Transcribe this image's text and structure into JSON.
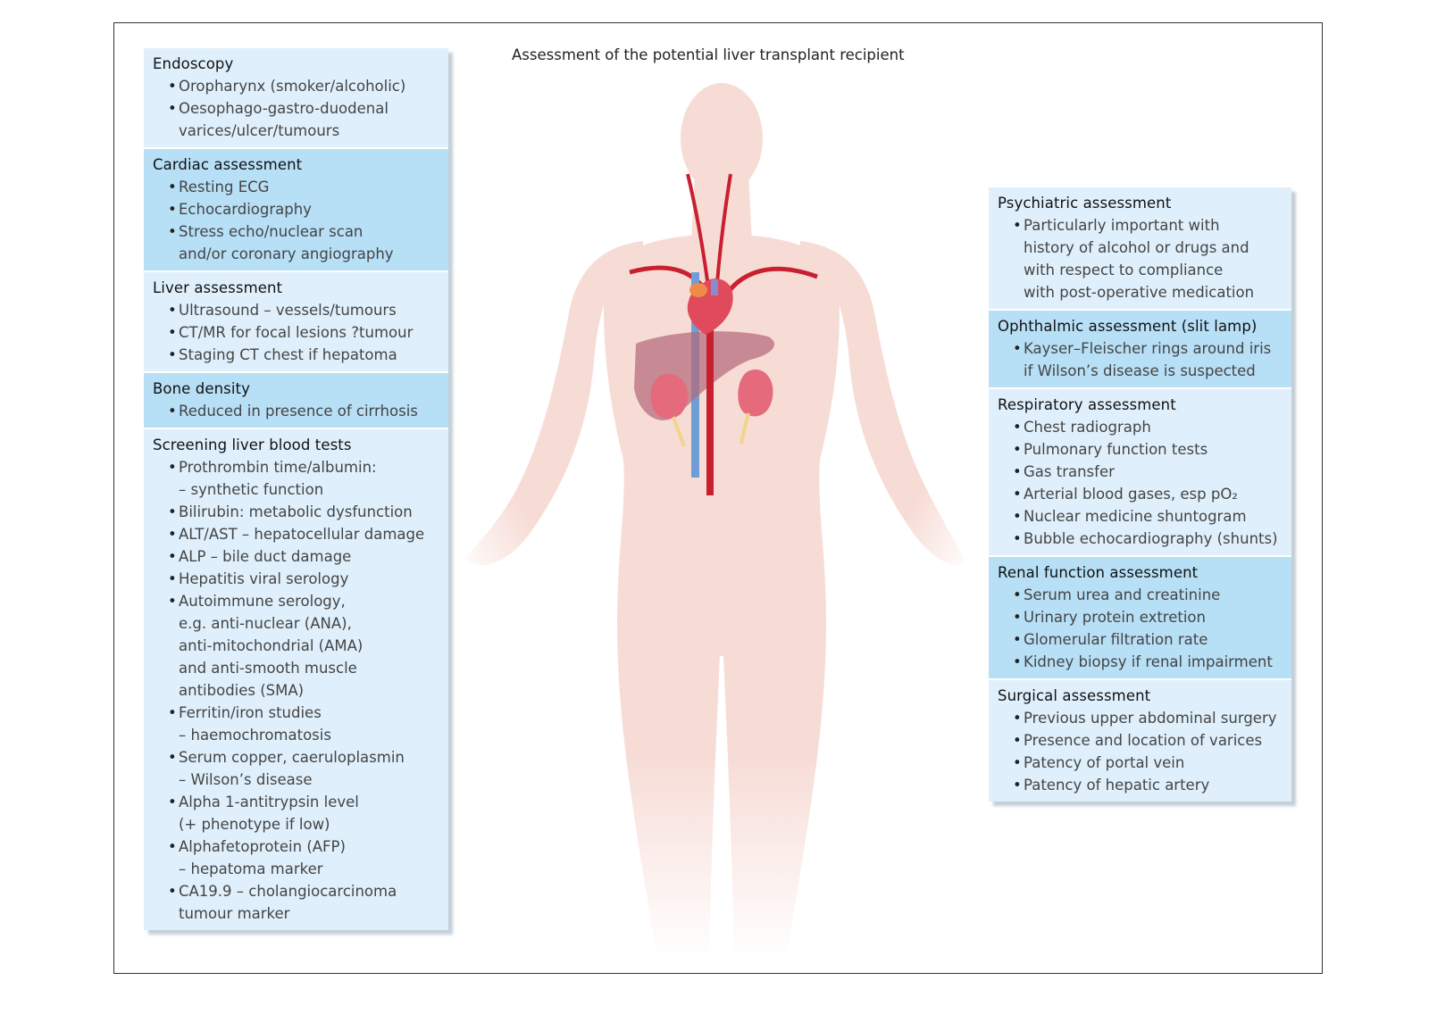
{
  "title": "Assessment of the potential liver transplant recipient",
  "left_sections": [
    {
      "title": "Endoscopy",
      "shade": "light",
      "items": [
        [
          "Oropharynx (smoker/alcoholic)"
        ],
        [
          "Oesophago-gastro-duodenal",
          "varices/ulcer/tumours"
        ]
      ]
    },
    {
      "title": "Cardiac assessment",
      "shade": "dark",
      "items": [
        [
          "Resting ECG"
        ],
        [
          "Echocardiography"
        ],
        [
          "Stress echo/nuclear scan",
          "and/or coronary angiography"
        ]
      ]
    },
    {
      "title": "Liver assessment",
      "shade": "light",
      "items": [
        [
          "Ultrasound – vessels/tumours"
        ],
        [
          "CT/MR for focal lesions ?tumour"
        ],
        [
          "Staging CT chest if hepatoma"
        ]
      ]
    },
    {
      "title": "Bone density",
      "shade": "dark",
      "items": [
        [
          "Reduced in presence of cirrhosis"
        ]
      ]
    },
    {
      "title": "Screening liver blood tests",
      "shade": "light",
      "items": [
        [
          "Prothrombin time/albumin:",
          "– synthetic function"
        ],
        [
          "Bilirubin: metabolic dysfunction"
        ],
        [
          "ALT/AST – hepatocellular damage"
        ],
        [
          "ALP – bile duct damage"
        ],
        [
          "Hepatitis viral serology"
        ],
        [
          "Autoimmune serology,",
          "e.g. anti-nuclear (ANA),",
          "anti-mitochondrial (AMA)",
          "and anti-smooth muscle",
          "antibodies (SMA)"
        ],
        [
          "Ferritin/iron studies",
          "– haemochromatosis"
        ],
        [
          "Serum copper, caeruloplasmin",
          "– Wilson’s disease"
        ],
        [
          "Alpha 1-antitrypsin level",
          "(+ phenotype if low)"
        ],
        [
          "Alphafetoprotein (AFP)",
          "– hepatoma marker"
        ],
        [
          "CA19.9 – cholangiocarcinoma",
          "tumour marker"
        ]
      ]
    }
  ],
  "right_sections": [
    {
      "title": "Psychiatric assessment",
      "shade": "light",
      "items": [
        [
          "Particularly important with",
          "history of alcohol or drugs and",
          "with respect to compliance",
          "with post-operative medication"
        ]
      ]
    },
    {
      "title": "Ophthalmic assessment (slit lamp)",
      "shade": "dark",
      "items": [
        [
          "Kayser–Fleischer rings around iris",
          "if Wilson’s disease is suspected"
        ]
      ]
    },
    {
      "title": "Respiratory assessment",
      "shade": "light",
      "items": [
        [
          "Chest radiograph"
        ],
        [
          "Pulmonary function tests"
        ],
        [
          "Gas transfer"
        ],
        [
          "Arterial blood gases, esp pO₂"
        ],
        [
          "Nuclear medicine shuntogram"
        ],
        [
          "Bubble echocardiography (shunts)"
        ]
      ]
    },
    {
      "title": "Renal function assessment",
      "shade": "dark",
      "items": [
        [
          "Serum urea and creatinine"
        ],
        [
          "Urinary protein extretion"
        ],
        [
          "Glomerular filtration rate"
        ],
        [
          "Kidney biopsy if renal impairment"
        ]
      ]
    },
    {
      "title": "Surgical assessment",
      "shade": "light",
      "items": [
        [
          "Previous upper abdominal surgery"
        ],
        [
          "Presence and location of varices"
        ],
        [
          "Patency of portal vein"
        ],
        [
          "Patency of hepatic artery"
        ]
      ]
    }
  ],
  "colors": {
    "panel_light": "#dff0fc",
    "panel_dark": "#b7dff6",
    "skin": "#f7dcd6",
    "artery": "#c8202e",
    "vein": "#6f9ed6",
    "liver": "#b46a78",
    "kidney": "#e46a7c"
  }
}
